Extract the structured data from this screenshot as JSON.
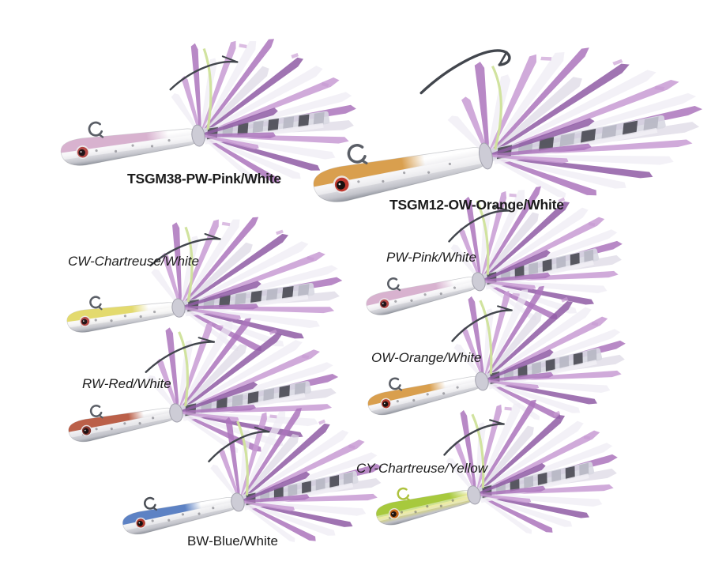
{
  "page": {
    "background": "#ffffff",
    "text_color": "#1b1b1b"
  },
  "skirt_palette": {
    "purple": "#ab74bc",
    "purple_light": "#c89bd3",
    "purple_dark": "#8f5ca4",
    "white": "#efecf4",
    "silver": "#dcd8e4",
    "mylar_dark": "#45454f",
    "mylar_silver": "#b6b6c3",
    "thread_green": "#cfe29a",
    "hook_color": "#42464d",
    "collar_silver": "#cdccd6"
  },
  "lures": [
    {
      "id": "tsgm38-pw",
      "label": "TSGM38-PW-Pink/White",
      "style": "bold",
      "top_color": "#d8b2cf",
      "belly_color": "#eeedf1",
      "eye_ring": "#b64a48",
      "eye_pupil": "#201418",
      "loop_color": "#5a5e66",
      "hook": "small"
    },
    {
      "id": "tsgm12-ow",
      "label": "TSGM12-OW-Orange/White",
      "style": "bold",
      "top_color": "#d99f4e",
      "belly_color": "#e9e8ec",
      "eye_ring": "#c03a30",
      "eye_pupil": "#17100f",
      "loop_color": "#5a5e66",
      "hook": "large"
    },
    {
      "id": "cw",
      "label": "CW-Chartreuse/White",
      "style": "italic",
      "top_color": "#e3da6e",
      "belly_color": "#f1f0ee",
      "eye_ring": "#b64a48",
      "eye_pupil": "#26161a",
      "loop_color": "#5a5e66",
      "hook": "small"
    },
    {
      "id": "pw",
      "label": "PW-Pink/White",
      "style": "italic",
      "top_color": "#d8b2cf",
      "belly_color": "#eeedf1",
      "eye_ring": "#b64a48",
      "eye_pupil": "#201418",
      "loop_color": "#5a5e66",
      "hook": "small"
    },
    {
      "id": "rw",
      "label": "RW-Red/White",
      "style": "italic",
      "top_color": "#bb6049",
      "belly_color": "#dcdbe0",
      "eye_ring": "#83352e",
      "eye_pupil": "#1c1012",
      "loop_color": "#5a5e66",
      "hook": "small"
    },
    {
      "id": "ow",
      "label": "OW-Orange/White",
      "style": "italic",
      "top_color": "#d99f4e",
      "belly_color": "#e9e8ec",
      "eye_ring": "#b03a2e",
      "eye_pupil": "#17100f",
      "loop_color": "#5a5e66",
      "hook": "small"
    },
    {
      "id": "bw",
      "label": "BW-Blue/White",
      "style": "regular",
      "top_color": "#5d82c4",
      "belly_color": "#e2e2e6",
      "eye_ring": "#b03a2e",
      "eye_pupil": "#17100f",
      "loop_color": "#4a4e55",
      "hook": "small"
    },
    {
      "id": "cy",
      "label": "CY-Chartreuse/Yellow",
      "style": "italic",
      "top_color": "#a7c93d",
      "belly_color": "#dfdd52",
      "eye_ring": "#c96a1a",
      "eye_pupil": "#201410",
      "loop_color": "#aec23e",
      "hook": "small"
    }
  ]
}
